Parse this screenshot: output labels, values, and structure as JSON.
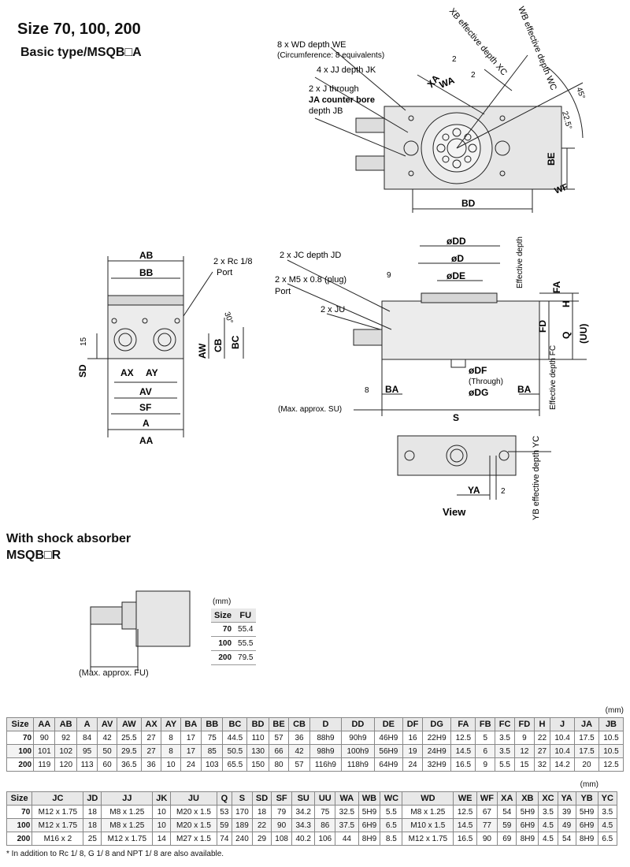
{
  "header": {
    "title": "Size 70, 100, 200",
    "subtitle": "Basic type/MSQB□A"
  },
  "top_drawing": {
    "labels": {
      "wd": "8 x WD depth WE",
      "circ": "(Circumference: 8 equivalents)",
      "jj": "4 x JJ depth JK",
      "j": "2 x J through",
      "ja": "JA counter bore",
      "jb": "depth JB",
      "xb": "XB effective depth XC",
      "wb": "WB effective depth WC",
      "xa": "XA",
      "wa": "WA",
      "be": "BE",
      "bd": "BD",
      "wf": "WF",
      "ang45": "45°",
      "ang225": "22.5°",
      "two1": "2",
      "two2": "2"
    }
  },
  "left_drawing": {
    "labels": {
      "ab": "AB",
      "bb": "BB",
      "rc": "2 x Rc 1/8",
      "port": "Port",
      "ang30": "30°",
      "n15": "15",
      "sd": "SD",
      "aw": "AW",
      "cb": "CB",
      "bc": "BC",
      "ax": "AX",
      "ay": "AY",
      "av": "AV",
      "sf": "SF",
      "a": "A",
      "aa": "AA"
    }
  },
  "right_drawing": {
    "labels": {
      "jc": "2 x JC depth JD",
      "m5": "2 x M5 x 0.8 (plug)",
      "port": "Port",
      "ju": "2 x JU",
      "n9": "9",
      "dd": "øDD",
      "d": "øD",
      "de": "øDE",
      "fb": "Effective depth FB",
      "fa": "FA",
      "h": "H",
      "fd": "FD",
      "q": "Q",
      "uu": "(UU)",
      "df": "øDF",
      "through": "(Through)",
      "dg": "øDG",
      "n8": "8",
      "ba1": "BA",
      "ba2": "BA",
      "fc": "Effective depth FC",
      "su": "(Max. approx. SU)",
      "s": "S"
    }
  },
  "view_drawing": {
    "labels": {
      "ya": "YA",
      "two": "2",
      "yb": "YB effective depth YC",
      "view": "View"
    }
  },
  "shock": {
    "title": "With shock absorber",
    "subtitle": "MSQB□R",
    "fu_label": "(Max. approx. FU)",
    "unit": "(mm)",
    "headers": [
      "Size",
      "FU"
    ],
    "rows": [
      [
        "70",
        "55.4"
      ],
      [
        "100",
        "55.5"
      ],
      [
        "200",
        "79.5"
      ]
    ]
  },
  "table1": {
    "unit": "(mm)",
    "headers": [
      "Size",
      "AA",
      "AB",
      "A",
      "AV",
      "AW",
      "AX",
      "AY",
      "BA",
      "BB",
      "BC",
      "BD",
      "BE",
      "CB",
      "D",
      "DD",
      "DE",
      "DF",
      "DG",
      "FA",
      "FB",
      "FC",
      "FD",
      "H",
      "J",
      "JA",
      "JB"
    ],
    "rows": [
      [
        "70",
        "90",
        "92",
        "84",
        "42",
        "25.5",
        "27",
        "8",
        "17",
        "75",
        "44.5",
        "110",
        "57",
        "36",
        "88h9",
        "90h9",
        "46H9",
        "16",
        "22H9",
        "12.5",
        "5",
        "3.5",
        "9",
        "22",
        "10.4",
        "17.5",
        "10.5"
      ],
      [
        "100",
        "101",
        "102",
        "95",
        "50",
        "29.5",
        "27",
        "8",
        "17",
        "85",
        "50.5",
        "130",
        "66",
        "42",
        "98h9",
        "100h9",
        "56H9",
        "19",
        "24H9",
        "14.5",
        "6",
        "3.5",
        "12",
        "27",
        "10.4",
        "17.5",
        "10.5"
      ],
      [
        "200",
        "119",
        "120",
        "113",
        "60",
        "36.5",
        "36",
        "10",
        "24",
        "103",
        "65.5",
        "150",
        "80",
        "57",
        "116h9",
        "118h9",
        "64H9",
        "24",
        "32H9",
        "16.5",
        "9",
        "5.5",
        "15",
        "32",
        "14.2",
        "20",
        "12.5"
      ]
    ]
  },
  "table2": {
    "unit": "(mm)",
    "headers": [
      "Size",
      "JC",
      "JD",
      "JJ",
      "JK",
      "JU",
      "Q",
      "S",
      "SD",
      "SF",
      "SU",
      "UU",
      "WA",
      "WB",
      "WC",
      "WD",
      "WE",
      "WF",
      "XA",
      "XB",
      "XC",
      "YA",
      "YB",
      "YC"
    ],
    "rows": [
      [
        "70",
        "M12 x 1.75",
        "18",
        "M8 x 1.25",
        "10",
        "M20 x 1.5",
        "53",
        "170",
        "18",
        "79",
        "34.2",
        "75",
        "32.5",
        "5H9",
        "5.5",
        "M8 x 1.25",
        "12.5",
        "67",
        "54",
        "5H9",
        "3.5",
        "39",
        "5H9",
        "3.5"
      ],
      [
        "100",
        "M12 x 1.75",
        "18",
        "M8 x 1.25",
        "10",
        "M20 x 1.5",
        "59",
        "189",
        "22",
        "90",
        "34.3",
        "86",
        "37.5",
        "6H9",
        "6.5",
        "M10 x 1.5",
        "14.5",
        "77",
        "59",
        "6H9",
        "4.5",
        "49",
        "6H9",
        "4.5"
      ],
      [
        "200",
        "M16 x 2",
        "25",
        "M12 x 1.75",
        "14",
        "M27 x 1.5",
        "74",
        "240",
        "29",
        "108",
        "40.2",
        "106",
        "44",
        "8H9",
        "8.5",
        "M12 x 1.75",
        "16.5",
        "90",
        "69",
        "8H9",
        "4.5",
        "54",
        "8H9",
        "6.5"
      ]
    ]
  },
  "footnote": "* In addition to Rc 1/ 8, G 1/ 8 and NPT 1/ 8 are also available."
}
